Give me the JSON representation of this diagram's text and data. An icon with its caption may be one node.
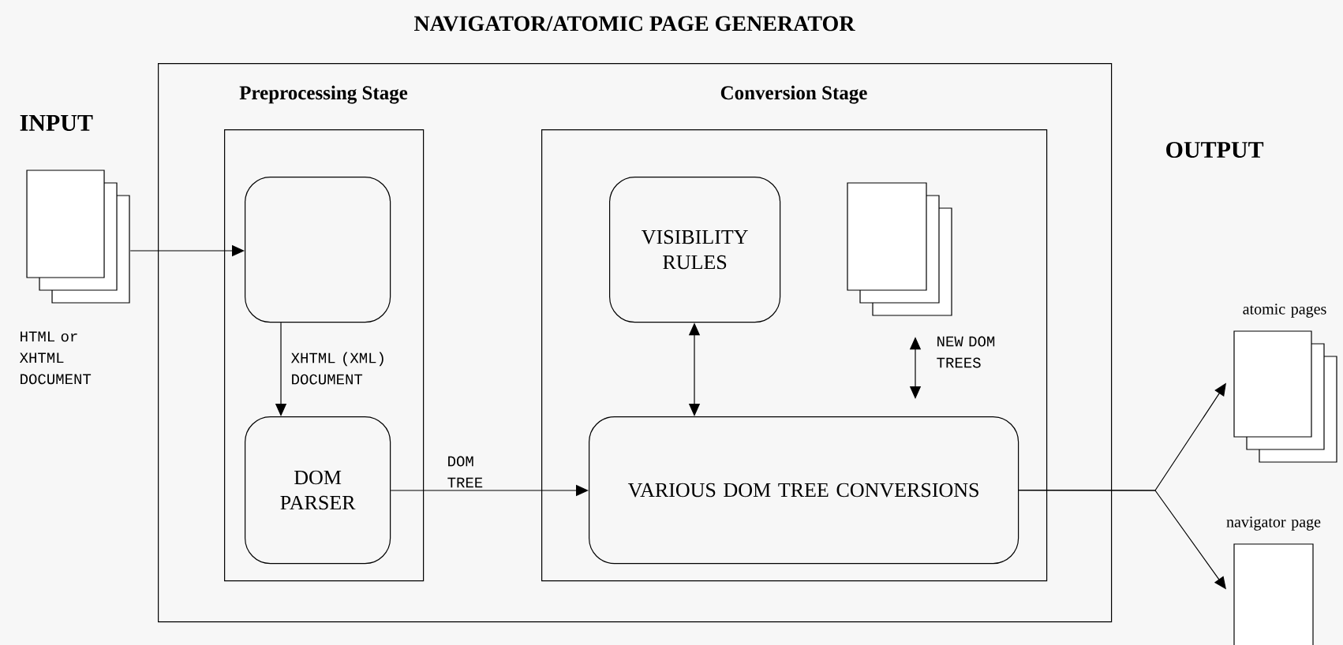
{
  "diagram": {
    "nodes": [
      {
        "text": [
          "NAVIGATOR/ATOMIC PAGE GENERATOR"
        ]
      },
      {
        "text": [
          "Preprocessing Stage"
        ],
        "in": 0
      },
      {
        "text": [
          "Conversion Stage"
        ],
        "in": 0
      },
      {
        "text": [],
        "shape": "box",
        "in": 1
      },
      {
        "text": [
          "DOM PARSER"
        ],
        "in": 1
      },
      {
        "text": [
          "VISIBILITY RULES"
        ],
        "in": 2
      },
      {
        "text": [
          "VARIOUS DOM TREE CONVERSIONS"
        ],
        "in": 2
      },
      {
        "text": [],
        "shape": "pages",
        "in": 2
      },
      {
        "text": [],
        "shape": "pages",
        "beside": [
          "HTML or XHTML DOCUMENT"
        ]
      },
      {
        "text": [],
        "shape": "pages",
        "beside": [
          "atomic pages"
        ]
      },
      {
        "text": [],
        "shape": "page",
        "beside": [
          "navigator page"
        ]
      }
    ],
    "edges": [
      {
        "from": 8,
        "to": 3,
        "arrow": "to"
      },
      {
        "from": 3,
        "to": 4,
        "arrow": "to",
        "label": "XHTML (XML) DOCUMENT"
      },
      {
        "from": 4,
        "to": 6,
        "arrow": "to",
        "label": "DOM TREE"
      },
      {
        "from": 5,
        "to": 6,
        "arrow": "both"
      },
      {
        "from": 7,
        "to": 6,
        "arrow": "both",
        "label": "NEW DOM TREES"
      },
      {
        "from": 6,
        "to": 9,
        "arrow": "to"
      },
      {
        "from": 6,
        "to": 10,
        "arrow": "to"
      }
    ],
    "labels": [
      "INPUT",
      "OUTPUT"
    ]
  }
}
